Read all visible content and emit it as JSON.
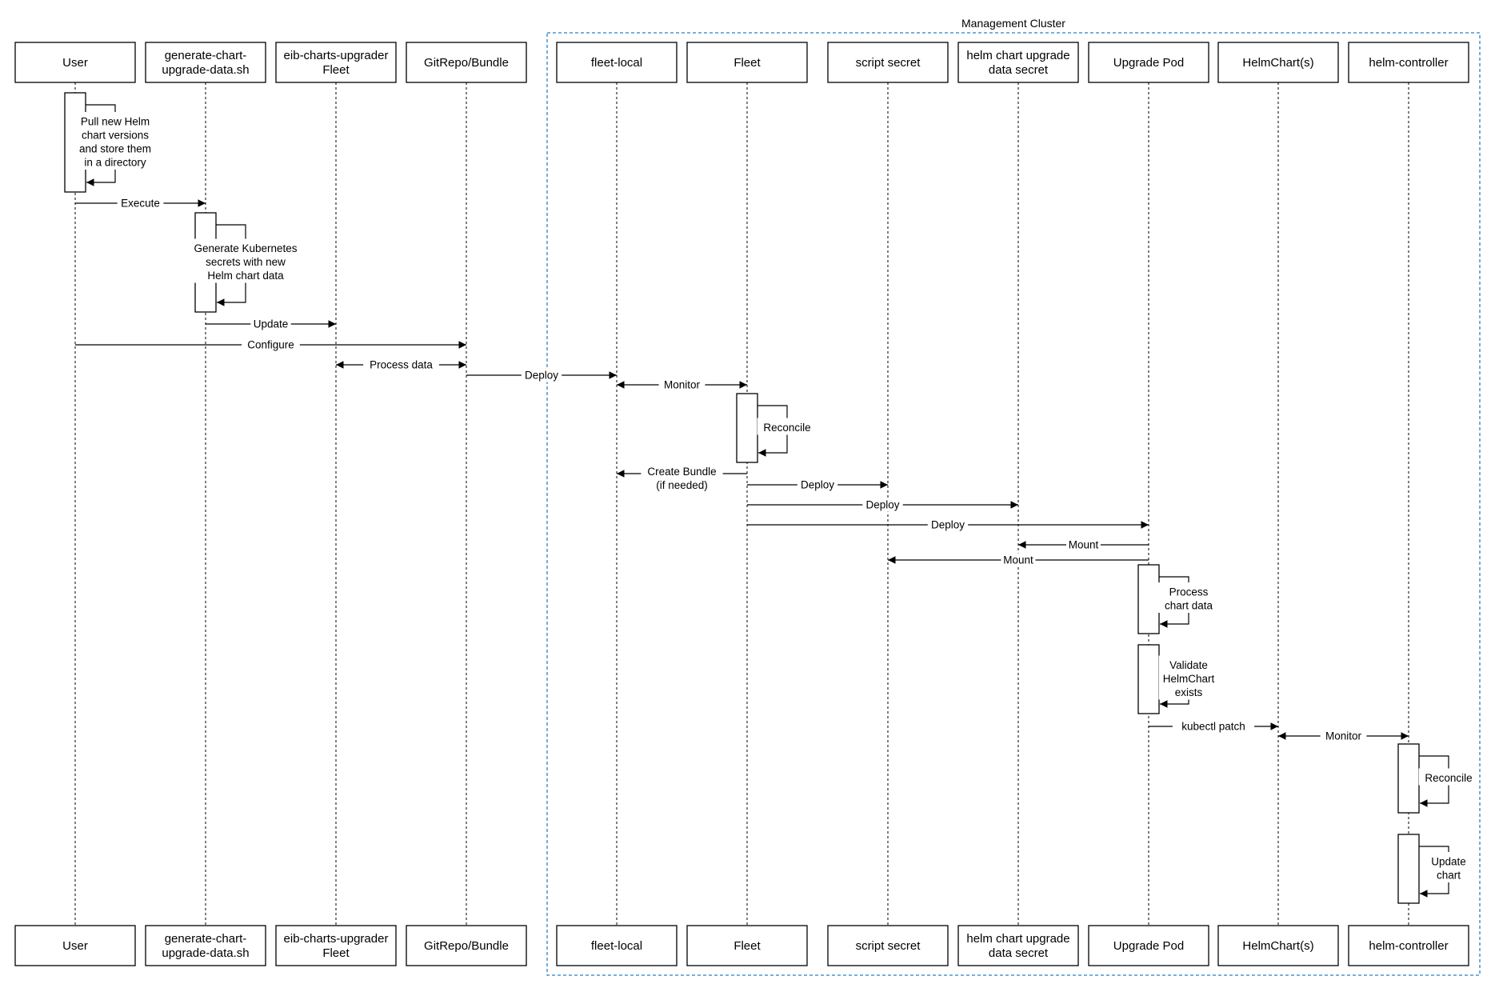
{
  "cluster": {
    "title": "Management Cluster"
  },
  "participants": [
    {
      "id": "user",
      "label": [
        "User"
      ]
    },
    {
      "id": "gen",
      "label": [
        "generate-chart-",
        "upgrade-data.sh"
      ]
    },
    {
      "id": "eib",
      "label": [
        "eib-charts-upgrader",
        "Fleet"
      ]
    },
    {
      "id": "git",
      "label": [
        "GitRepo/Bundle"
      ]
    },
    {
      "id": "fl",
      "label": [
        "fleet-local"
      ]
    },
    {
      "id": "fleet",
      "label": [
        "Fleet"
      ]
    },
    {
      "id": "ss",
      "label": [
        "script secret"
      ]
    },
    {
      "id": "hs",
      "label": [
        "helm chart upgrade",
        "data secret"
      ]
    },
    {
      "id": "up",
      "label": [
        "Upgrade Pod"
      ]
    },
    {
      "id": "hc",
      "label": [
        "HelmChart(s)"
      ]
    },
    {
      "id": "ctl",
      "label": [
        "helm-controller"
      ]
    }
  ],
  "activations": [
    {
      "p": "user",
      "label": [
        "Pull new Helm",
        "chart versions",
        "and store them",
        "in a directory"
      ]
    },
    {
      "p": "gen",
      "label": [
        "Generate Kubernetes",
        "secrets with new",
        "Helm chart data"
      ]
    },
    {
      "p": "fleet",
      "label": [
        "Reconcile"
      ]
    },
    {
      "p": "up",
      "label": [
        "Process",
        "chart data"
      ]
    },
    {
      "p": "up",
      "label": [
        "Validate",
        "HelmChart",
        "exists"
      ]
    },
    {
      "p": "ctl",
      "label": [
        "Reconcile"
      ]
    },
    {
      "p": "ctl",
      "label": [
        "Update",
        "chart"
      ]
    }
  ],
  "messages": [
    {
      "from": "user",
      "to": "gen",
      "label": [
        "Execute"
      ]
    },
    {
      "from": "gen",
      "to": "eib",
      "label": [
        "Update"
      ]
    },
    {
      "from": "user",
      "to": "git",
      "label": [
        "Configure"
      ]
    },
    {
      "from": "eib",
      "to": "git",
      "label": [
        "Process data"
      ],
      "both": true
    },
    {
      "from": "git",
      "to": "fl",
      "label": [
        "Deploy"
      ]
    },
    {
      "from": "fl",
      "to": "fleet",
      "label": [
        "Monitor"
      ],
      "both": true
    },
    {
      "from": "fleet",
      "to": "fl",
      "label": [
        "Create Bundle",
        "(if needed)"
      ]
    },
    {
      "from": "fleet",
      "to": "ss",
      "label": [
        "Deploy"
      ]
    },
    {
      "from": "fleet",
      "to": "hs",
      "label": [
        "Deploy"
      ]
    },
    {
      "from": "fleet",
      "to": "up",
      "label": [
        "Deploy"
      ]
    },
    {
      "from": "up",
      "to": "hs",
      "label": [
        "Mount"
      ]
    },
    {
      "from": "up",
      "to": "ss",
      "label": [
        "Mount"
      ]
    },
    {
      "from": "up",
      "to": "hc",
      "label": [
        "kubectl patch"
      ]
    },
    {
      "from": "hc",
      "to": "ctl",
      "label": [
        "Monitor"
      ],
      "both": true
    }
  ]
}
